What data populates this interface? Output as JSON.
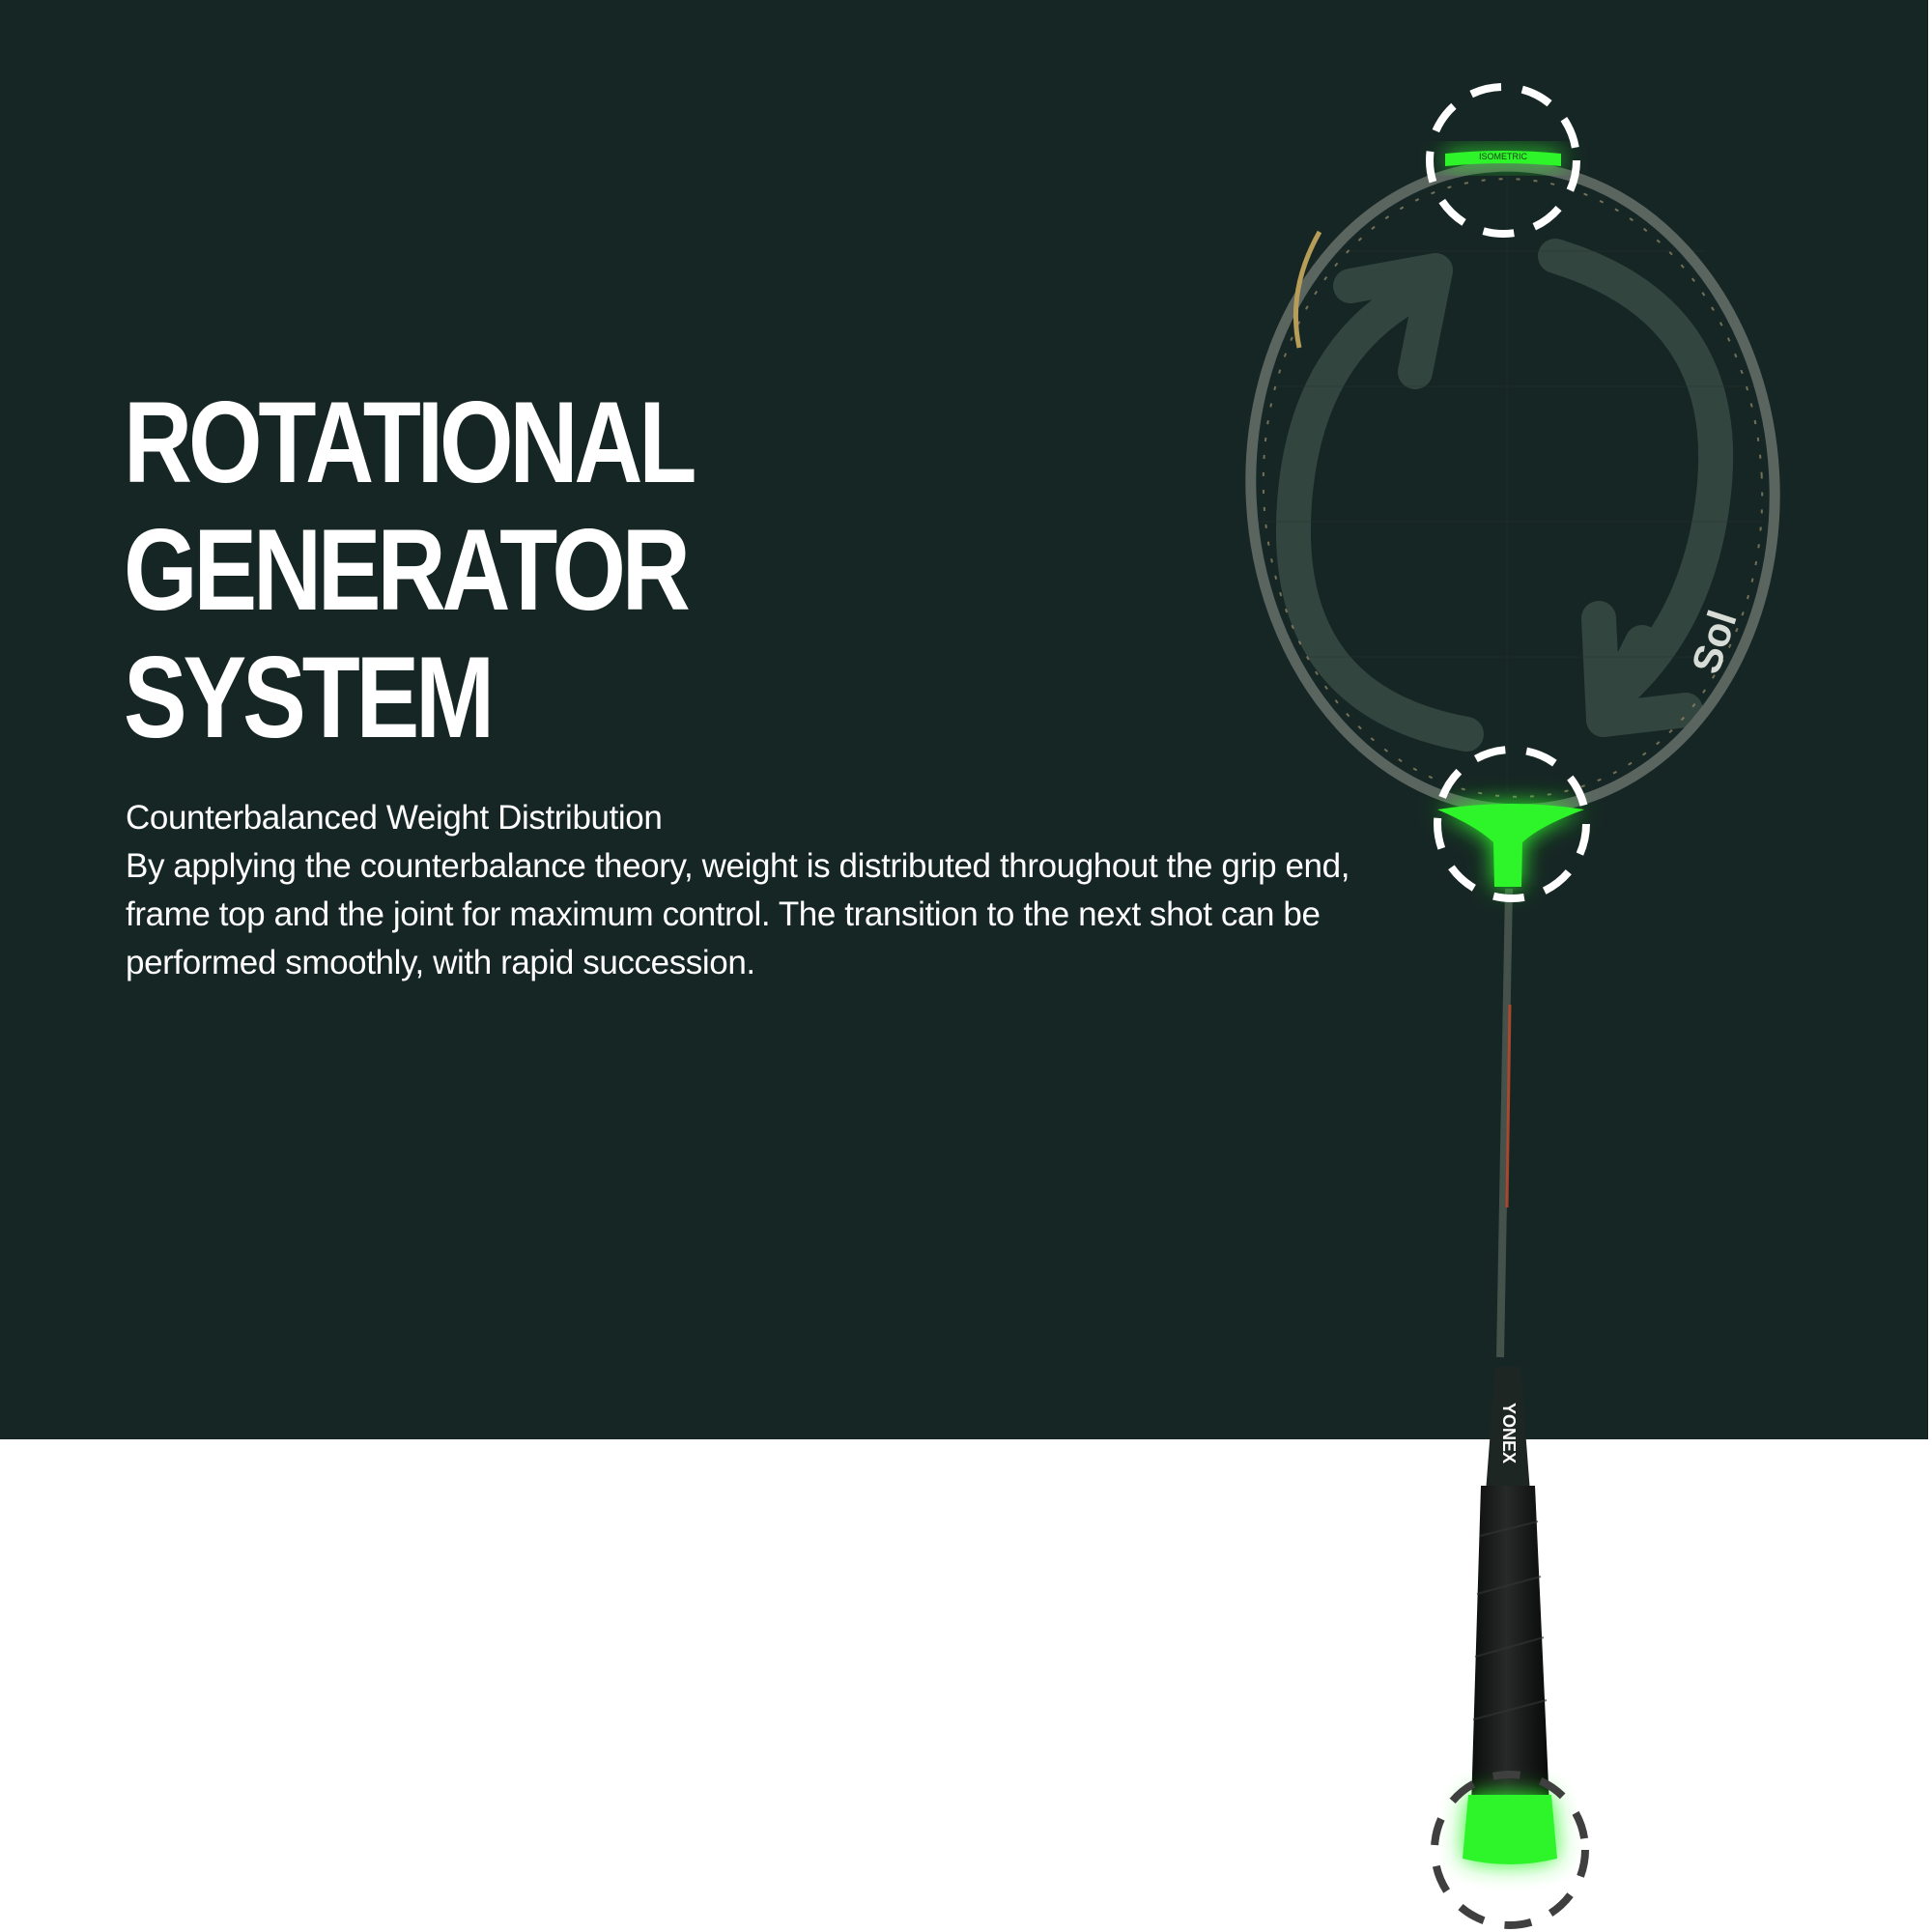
{
  "headline": {
    "lines": [
      "ROTATIONAL",
      "GENERATOR",
      "SYSTEM"
    ]
  },
  "copy": {
    "subtitle": "Counterbalanced Weight Distribution",
    "body": "By applying the counterbalance theory, weight is distributed throughout the grip end, frame top and the joint for maximum control. The transition to the next shot can be performed smoothly, with rapid succession."
  },
  "racket": {
    "frame_top_label": "ISOMETRIC",
    "frame_side_label": "Sol",
    "shaft_label": "YONEX"
  },
  "colors": {
    "background_dark": "#162624",
    "background_light": "#ffffff",
    "highlight_green": "#2ef52a",
    "arrow_gray": "#33453f"
  }
}
